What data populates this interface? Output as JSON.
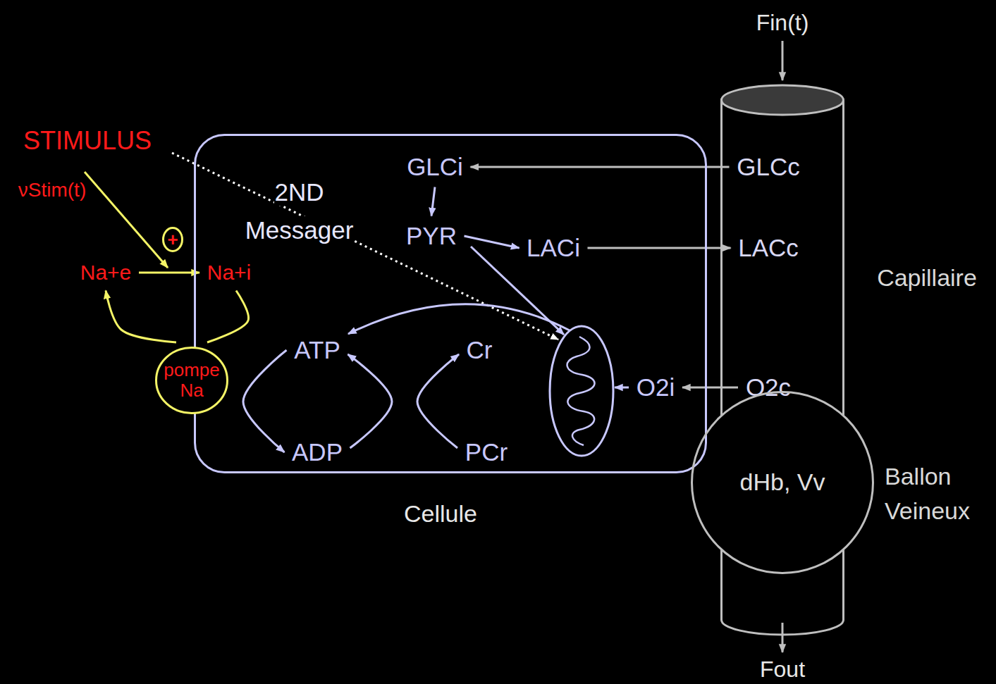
{
  "diagram": {
    "nodes": [
      {
        "text": [
          "Cellule"
        ]
      },
      {
        "text": [
          "+"
        ]
      },
      {
        "text": [
          "Na+e"
        ]
      },
      {
        "text": [
          "Na+i"
        ],
        "in": 0
      },
      {
        "text": [
          "pompe Na"
        ]
      },
      {
        "text": [
          "2ND Messager"
        ],
        "in": 0
      },
      {
        "text": [
          "GLCi"
        ],
        "in": 0
      },
      {
        "text": [
          "PYR"
        ],
        "in": 0
      },
      {
        "text": [
          "LACi"
        ],
        "in": 0
      },
      {
        "text": [
          "ATP"
        ],
        "in": 0
      },
      {
        "text": [
          "Cr"
        ],
        "in": 0
      },
      {
        "text": [
          "O2i"
        ],
        "in": 0
      },
      {
        "text": [
          "ADP"
        ],
        "in": 0
      },
      {
        "text": [
          "PCr"
        ],
        "in": 0
      },
      {
        "text": [
          "Capillaire"
        ]
      },
      {
        "text": [
          "GLCc"
        ],
        "in": 14
      },
      {
        "text": [
          "LACc"
        ],
        "in": 14
      },
      {
        "text": [
          "O2c"
        ],
        "in": 14
      },
      {
        "text": [
          "dHb, Vv",
          "Ballon Veineux"
        ],
        "in": 14
      }
    ],
    "edges": [
      {
        "from": 15,
        "to": 6,
        "arrow": "to"
      },
      {
        "from": 6,
        "to": 7,
        "arrow": "to"
      },
      {
        "from": 7,
        "to": 8,
        "arrow": "to"
      },
      {
        "from": 8,
        "to": 16,
        "arrow": "to"
      },
      {
        "from": 17,
        "to": 11,
        "arrow": "to"
      },
      {
        "from": 2,
        "to": 3,
        "arrow": "to"
      },
      {
        "from": 3,
        "to": 4,
        "arrow": "none"
      },
      {
        "from": 4,
        "to": 2,
        "arrow": "to"
      },
      {
        "from": 9,
        "to": 12,
        "arrow": "to"
      },
      {
        "from": 12,
        "to": 9,
        "arrow": "to"
      },
      {
        "from": 13,
        "to": 10,
        "arrow": "to"
      }
    ],
    "labels": [
      "STIMULUS",
      "νStim(t)",
      "Fin(t)",
      "Fout"
    ]
  }
}
